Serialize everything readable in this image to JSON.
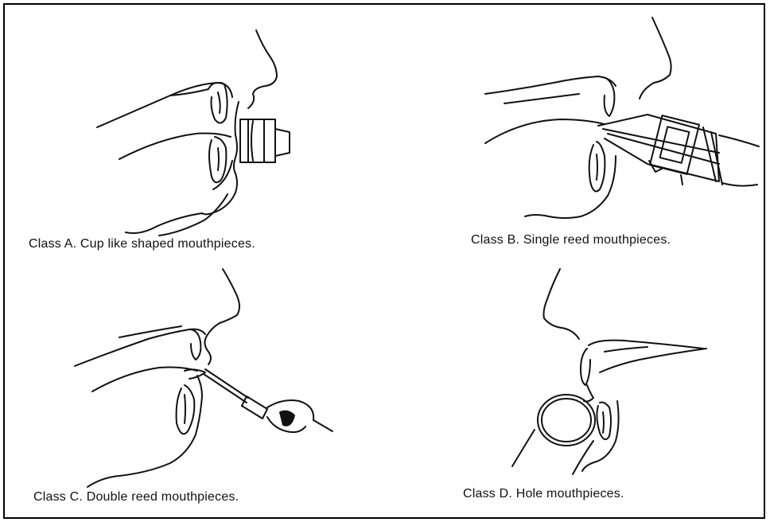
{
  "panels": {
    "a": {
      "caption": "Class A. Cup like shaped mouthpieces."
    },
    "b": {
      "caption": "Class B. Single reed mouthpieces."
    },
    "c": {
      "caption": "Class C.  Double reed mouthpieces."
    },
    "d": {
      "caption": "Class D.  Hole mouthpieces."
    }
  }
}
